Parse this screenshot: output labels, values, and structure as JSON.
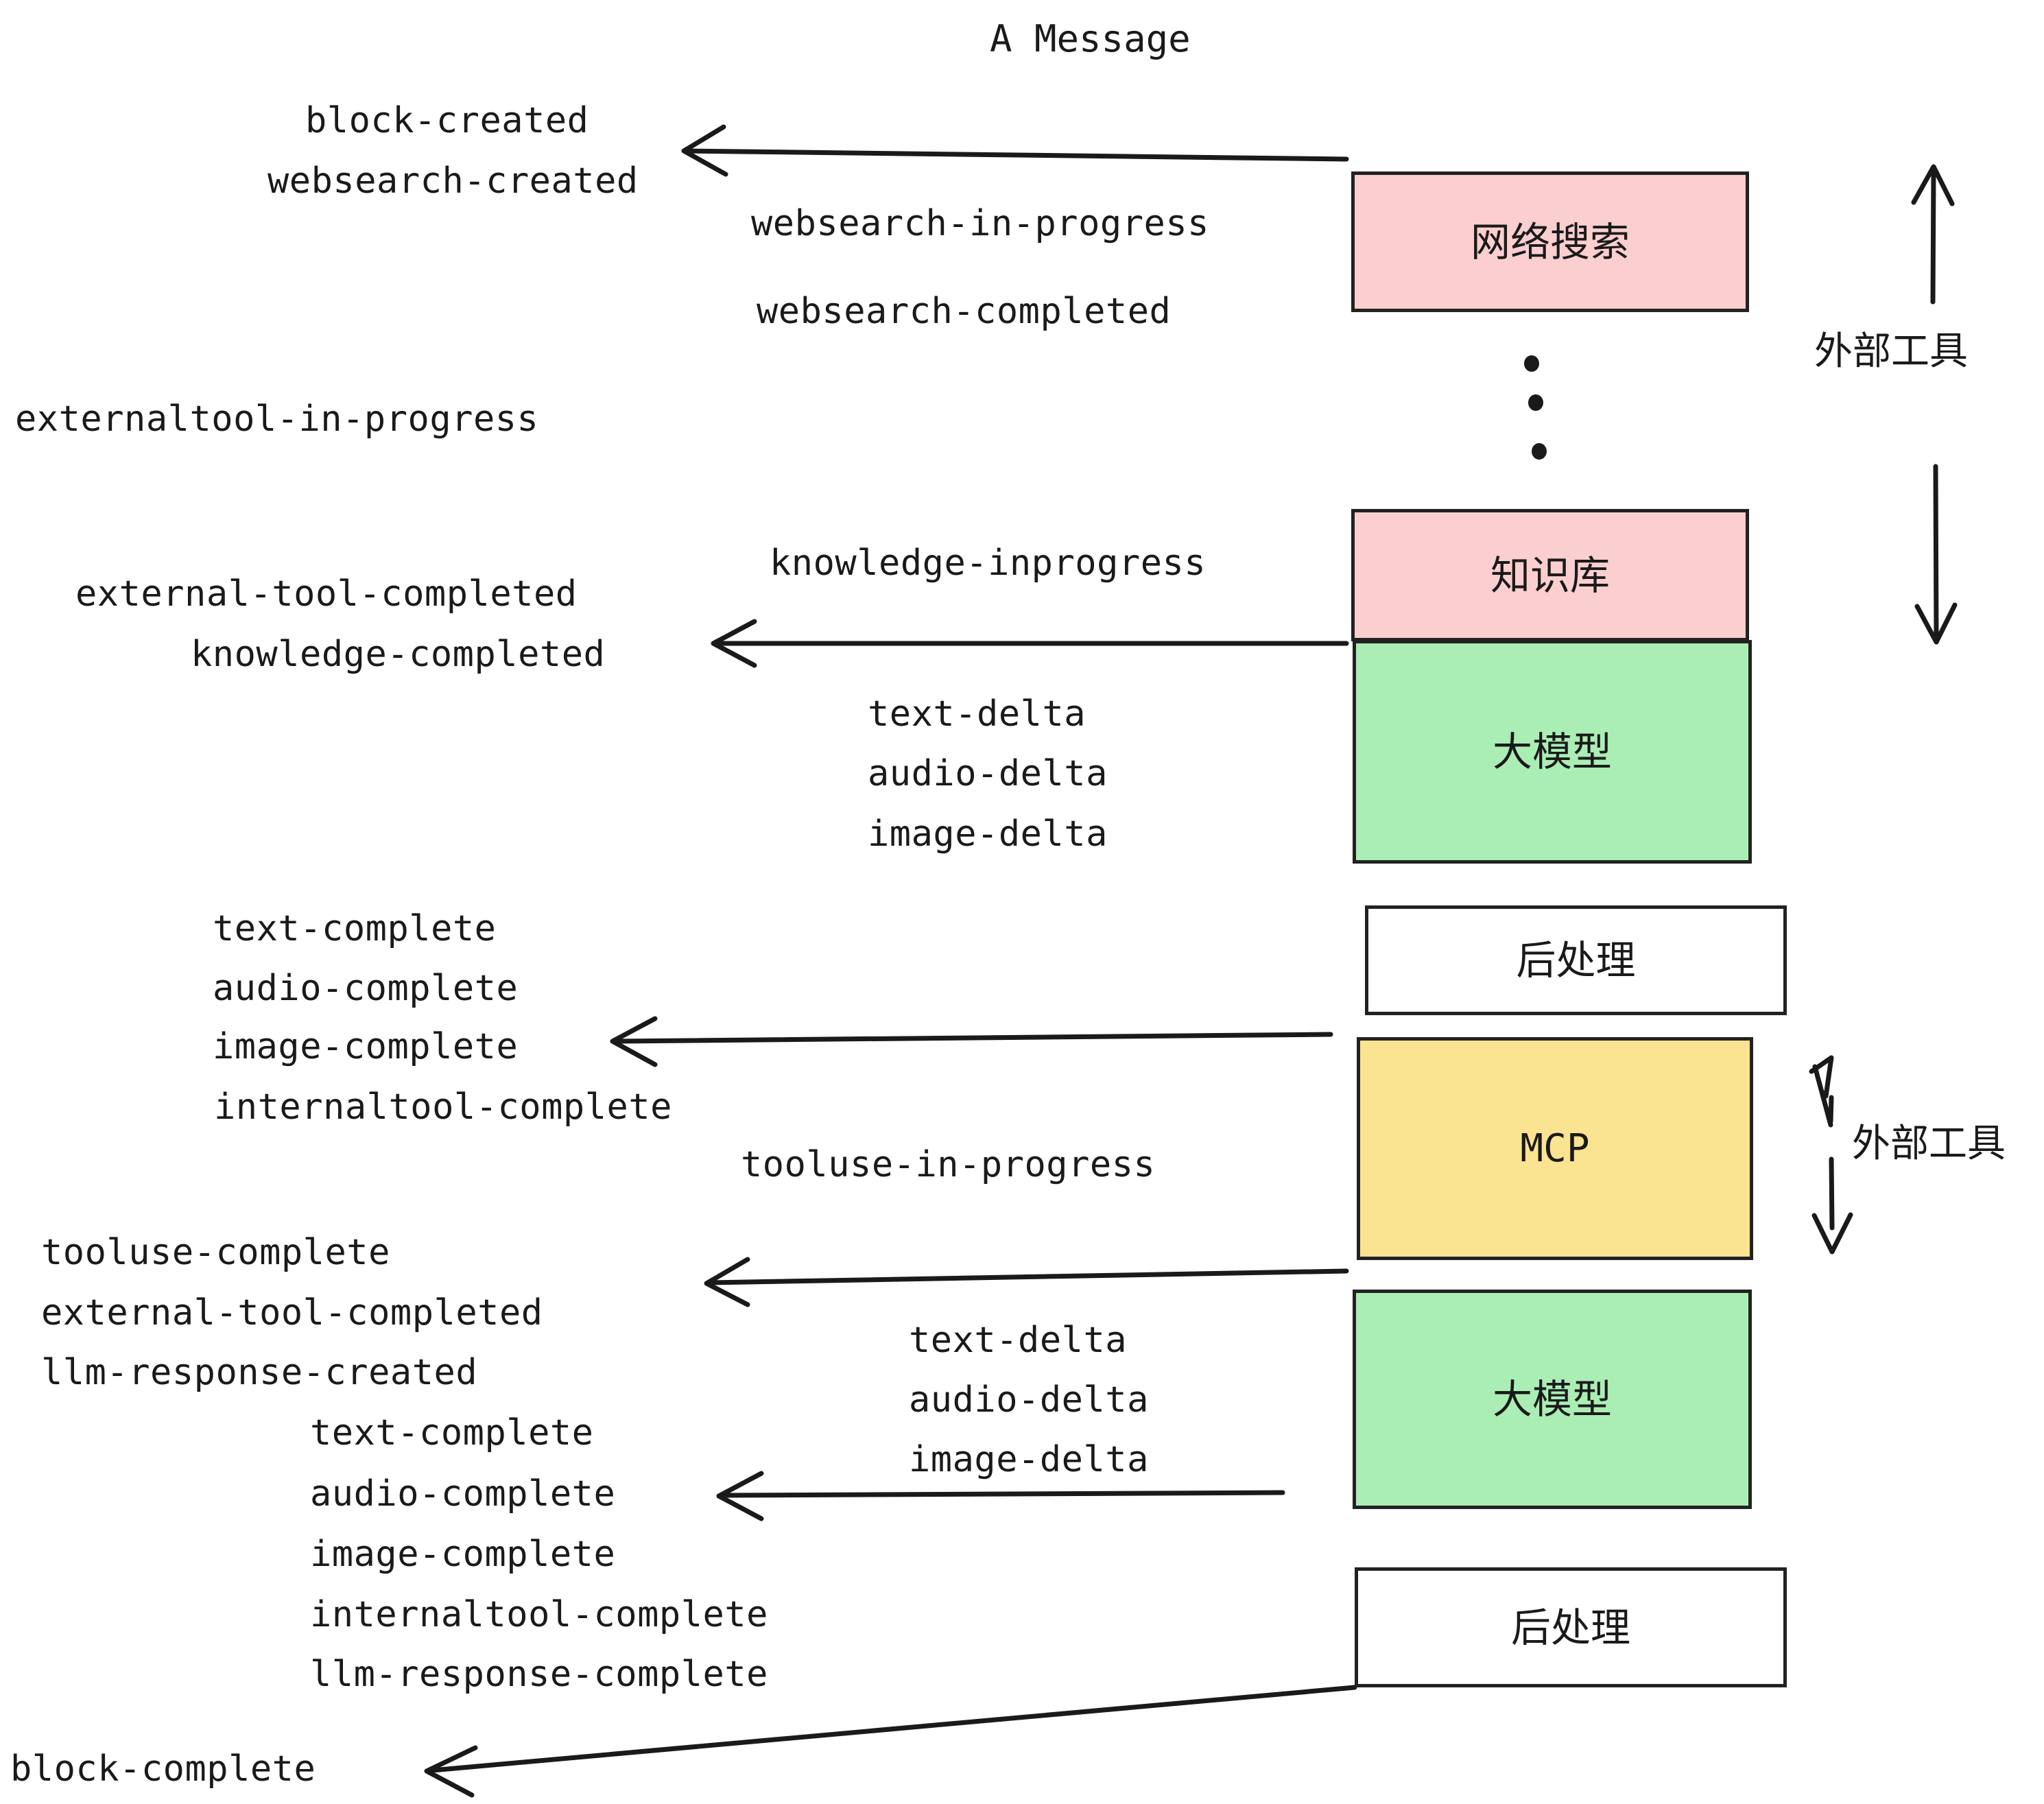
{
  "title": "A Message",
  "colors": {
    "external_tool_fill": "#fbcfcf",
    "llm_fill": "#aaeeb5",
    "mcp_fill": "#fae391",
    "postprocess_fill": "#ffffff",
    "stroke": "#222222",
    "text": "#1a1a1a",
    "background": "#ffffff"
  },
  "nodes": [
    {
      "id": "websearch",
      "label": "网络搜索",
      "type": "external-tool",
      "fill": "#fbcfcf"
    },
    {
      "id": "knowledge",
      "label": "知识库",
      "type": "external-tool",
      "fill": "#fbcfcf"
    },
    {
      "id": "llm-1",
      "label": "大模型",
      "type": "llm",
      "fill": "#aaeeb5"
    },
    {
      "id": "postprocess-1",
      "label": "后处理",
      "type": "postprocess",
      "fill": "#ffffff"
    },
    {
      "id": "mcp",
      "label": "MCP",
      "type": "external-tool",
      "fill": "#fae391"
    },
    {
      "id": "llm-2",
      "label": "大模型",
      "type": "llm",
      "fill": "#aaeeb5"
    },
    {
      "id": "postprocess-2",
      "label": "后处理",
      "type": "postprocess",
      "fill": "#ffffff"
    }
  ],
  "side_notes": [
    {
      "id": "external-tools-top",
      "label": "外部工具"
    },
    {
      "id": "external-tools-bottom",
      "label": "外部工具"
    }
  ],
  "events": [
    {
      "id": "block-created",
      "text": "block-created"
    },
    {
      "id": "websearch-created",
      "text": "websearch-created"
    },
    {
      "id": "websearch-in-progress",
      "text": "websearch-in-progress"
    },
    {
      "id": "websearch-completed",
      "text": "websearch-completed"
    },
    {
      "id": "externaltool-in-progress",
      "text": "externaltool-in-progress"
    },
    {
      "id": "knowledge-inprogress",
      "text": "knowledge-inprogress"
    },
    {
      "id": "external-tool-completed-1",
      "text": "external-tool-completed"
    },
    {
      "id": "knowledge-completed",
      "text": "knowledge-completed"
    },
    {
      "id": "text-delta-1",
      "text": "text-delta"
    },
    {
      "id": "audio-delta-1",
      "text": "audio-delta"
    },
    {
      "id": "image-delta-1",
      "text": "image-delta"
    },
    {
      "id": "text-complete-1",
      "text": "text-complete"
    },
    {
      "id": "audio-complete-1",
      "text": "audio-complete"
    },
    {
      "id": "image-complete-1",
      "text": "image-complete"
    },
    {
      "id": "internaltool-complete-1",
      "text": "internaltool-complete"
    },
    {
      "id": "tooluse-in-progress",
      "text": "tooluse-in-progress"
    },
    {
      "id": "tooluse-complete",
      "text": "tooluse-complete"
    },
    {
      "id": "external-tool-completed-2",
      "text": "external-tool-completed"
    },
    {
      "id": "llm-response-created",
      "text": "llm-response-created"
    },
    {
      "id": "text-delta-2",
      "text": "text-delta"
    },
    {
      "id": "audio-delta-2",
      "text": "audio-delta"
    },
    {
      "id": "image-delta-2",
      "text": "image-delta"
    },
    {
      "id": "text-complete-2",
      "text": "text-complete"
    },
    {
      "id": "audio-complete-2",
      "text": "audio-complete"
    },
    {
      "id": "image-complete-2",
      "text": "image-complete"
    },
    {
      "id": "internaltool-complete-2",
      "text": "internaltool-complete"
    },
    {
      "id": "llm-response-complete",
      "text": "llm-response-complete"
    },
    {
      "id": "block-complete",
      "text": "block-complete"
    }
  ],
  "ellipsis_dots": 3
}
